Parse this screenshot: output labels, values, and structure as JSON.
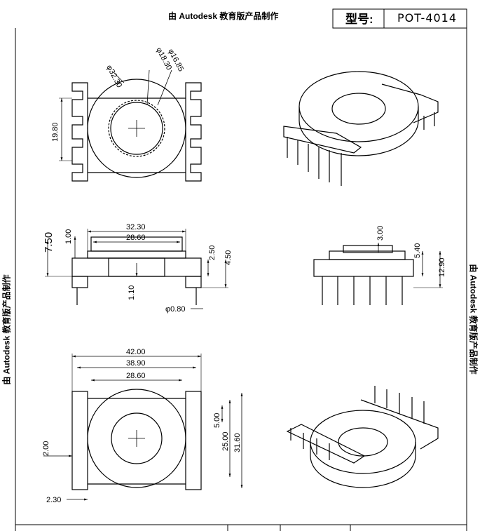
{
  "watermark": "由 Autodesk 教育版产品制作",
  "title_block": {
    "label": "型号:",
    "value": "POT-4014"
  },
  "dims": {
    "dia_outer": "φ32.30",
    "dia_mid": "φ18.30",
    "dia_inner": "φ16.85",
    "height_front": "19.80",
    "w_3230": "32.30",
    "w_2860": "28.60",
    "h_100": "1.00",
    "h_750": "7.50",
    "h_250": "2.50",
    "h_450": "4.50",
    "h_110": "1.10",
    "pin_dia": "φ0.80",
    "h_300": "3.00",
    "h_540": "5.40",
    "h_1290": "12.90",
    "w_4200": "42.00",
    "w_3890": "38.90",
    "w_2860b": "28.60",
    "p_500": "5.00",
    "p_2500": "25.00",
    "p_3160": "31.60",
    "p_200": "2.00",
    "p_230": "2.30"
  }
}
